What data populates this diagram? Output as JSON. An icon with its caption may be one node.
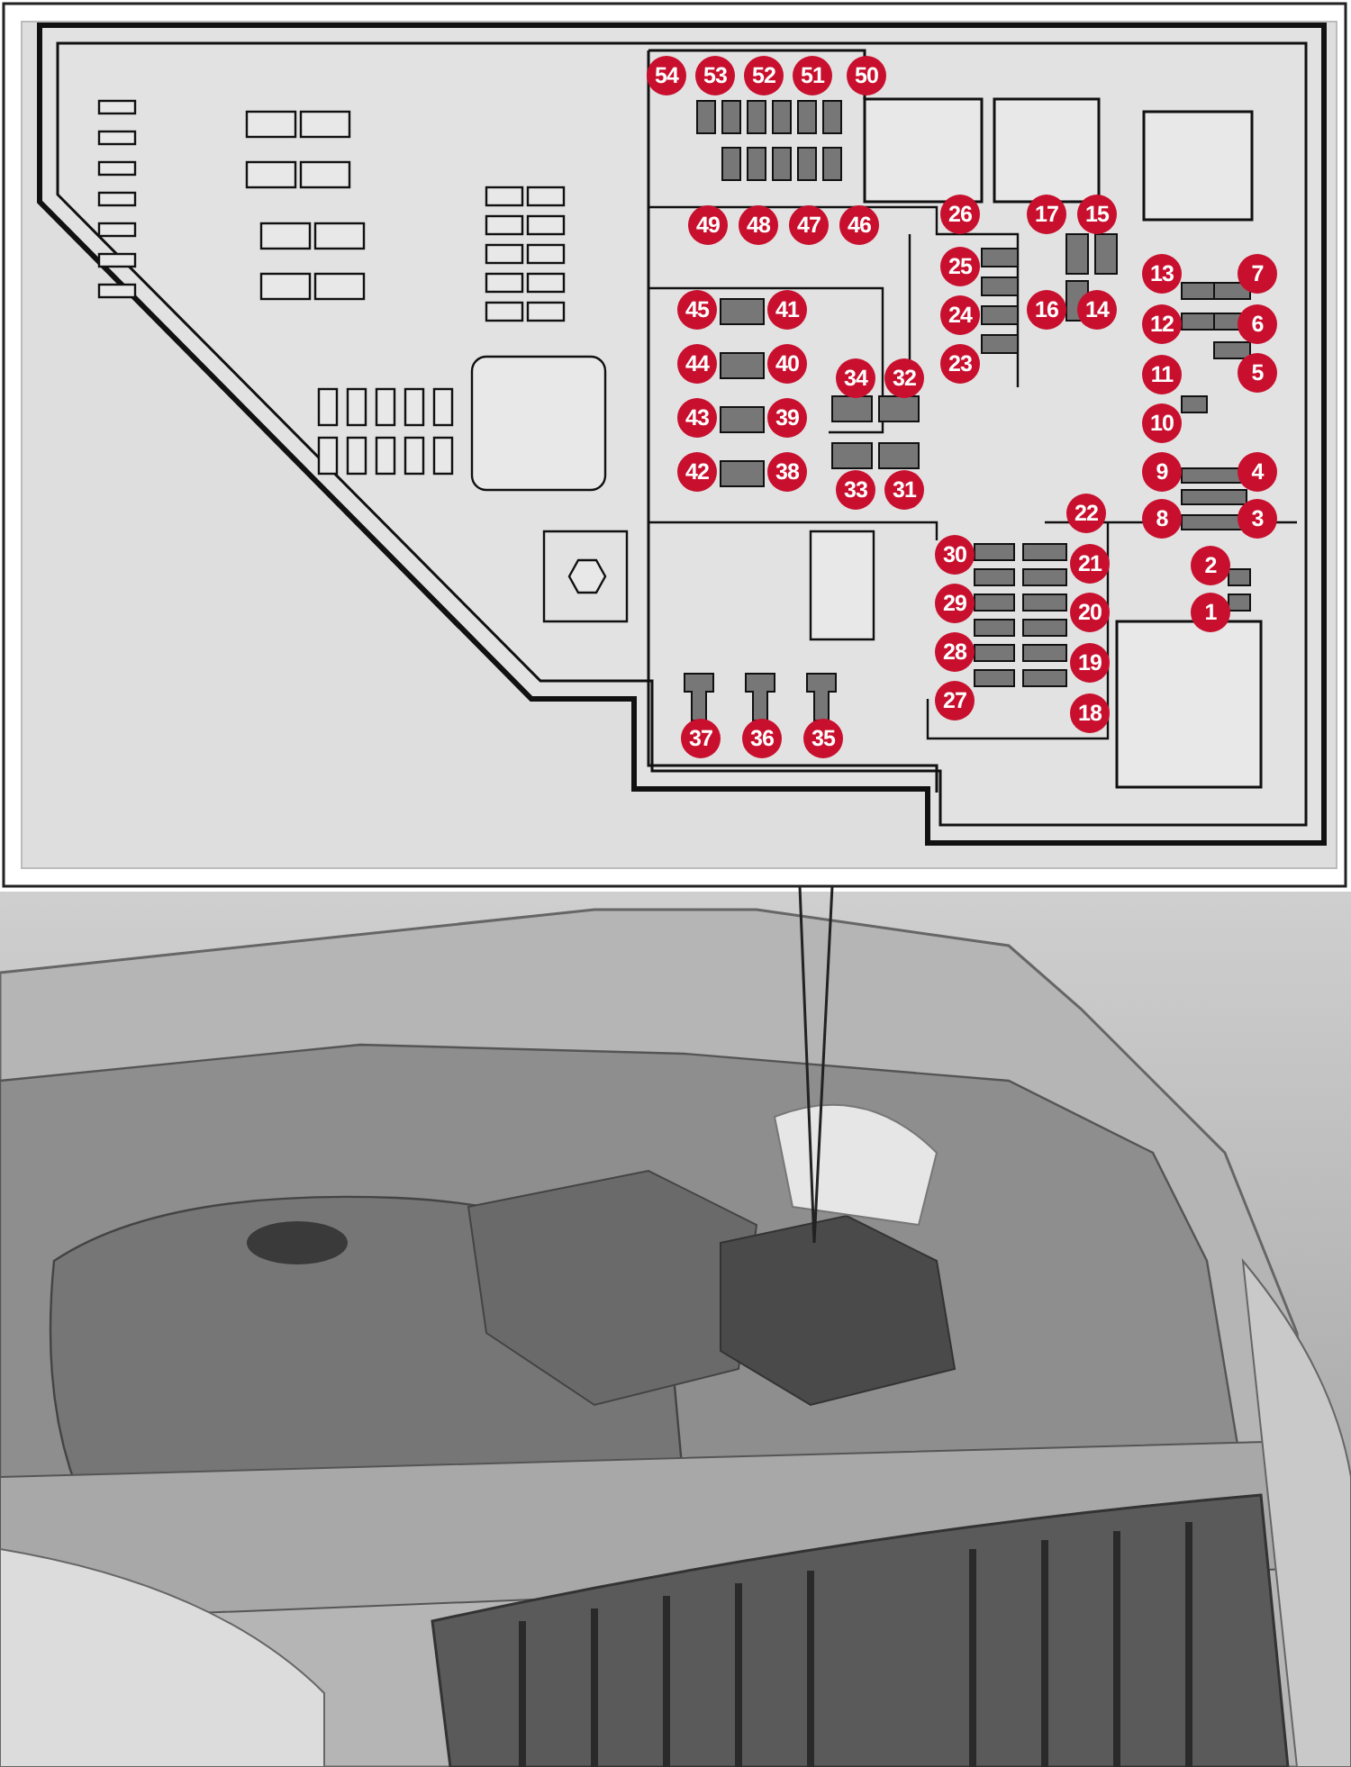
{
  "diagram": {
    "labels": [
      "54",
      "53",
      "52",
      "51",
      "50",
      "49",
      "48",
      "47",
      "46",
      "26",
      "17",
      "15",
      "25",
      "13",
      "7",
      "45",
      "41",
      "16",
      "14",
      "12",
      "6",
      "24",
      "23",
      "11",
      "5",
      "44",
      "40",
      "34",
      "32",
      "43",
      "39",
      "10",
      "42",
      "38",
      "33",
      "31",
      "9",
      "4",
      "22",
      "8",
      "3",
      "30",
      "21",
      "2",
      "29",
      "20",
      "1",
      "28",
      "19",
      "27",
      "18",
      "37",
      "36",
      "35"
    ]
  }
}
